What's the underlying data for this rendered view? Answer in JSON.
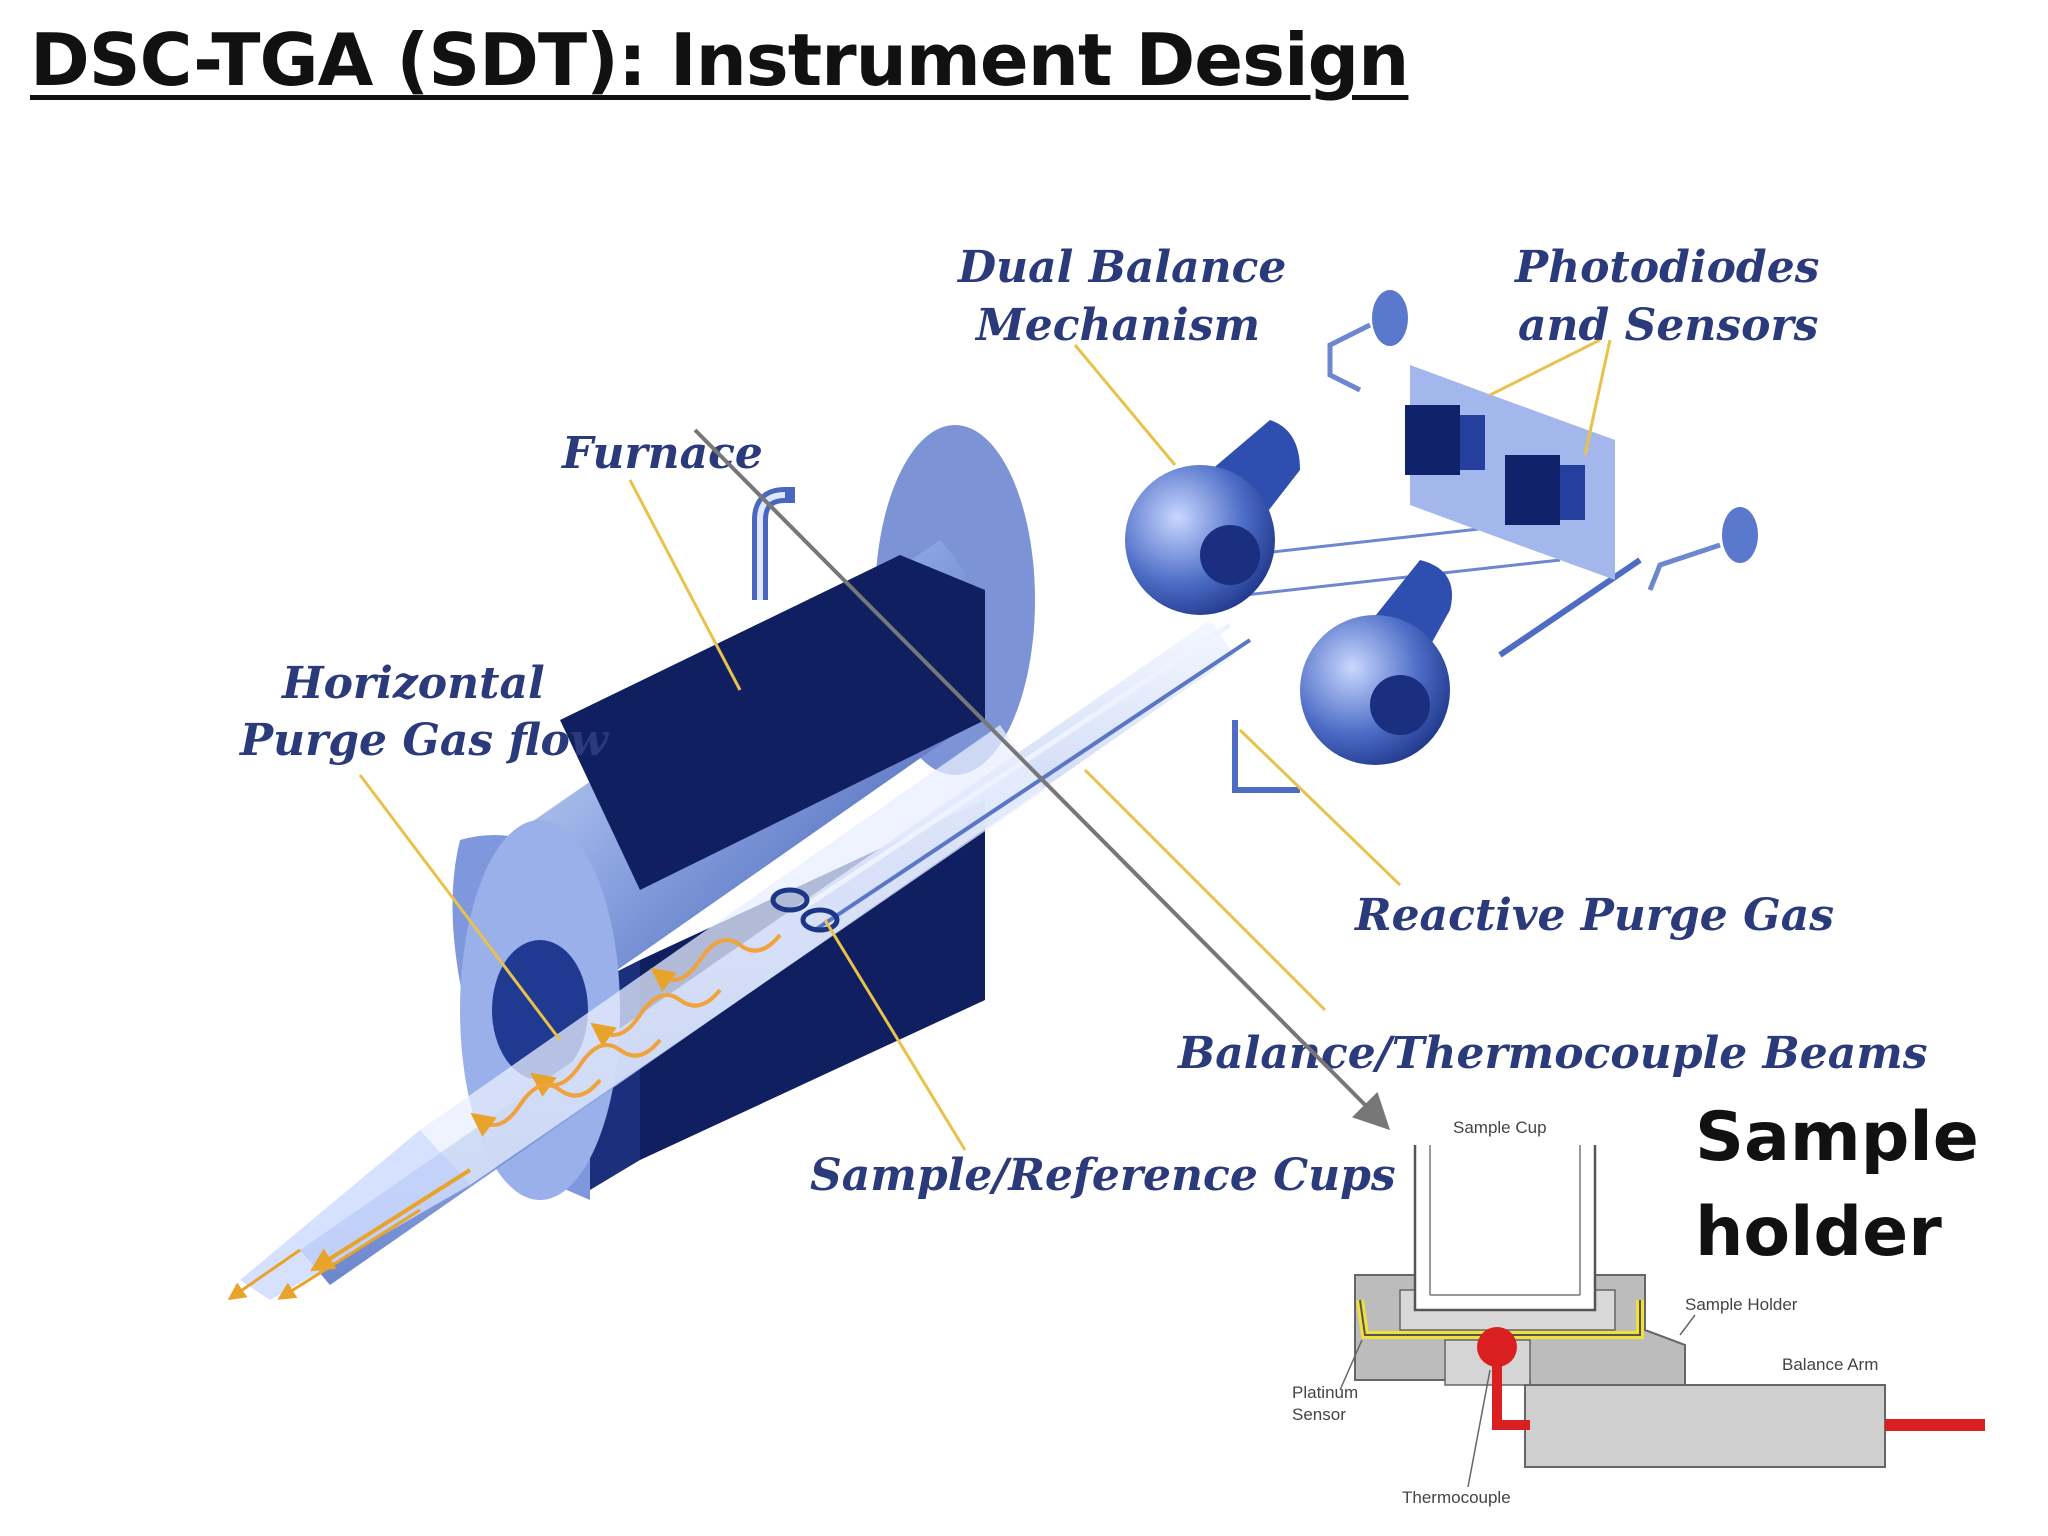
{
  "title": "DSC-TGA (SDT): Instrument Design",
  "labels": {
    "dual_balance_line1": "Dual Balance",
    "dual_balance_line2": "Mechanism",
    "photodiodes_line1": "Photodiodes",
    "photodiodes_line2": "and Sensors",
    "furnace": "Furnace",
    "horizontal_line1": "Horizontal",
    "horizontal_line2": "Purge Gas flow",
    "reactive_purge_gas": "Reactive Purge Gas",
    "beams": "Balance/Thermocouple Beams",
    "cups": "Sample/Reference Cups"
  },
  "inset": {
    "heading_line1": "Sample",
    "heading_line2": "holder",
    "sample_cup": "Sample Cup",
    "sample_holder": "Sample Holder",
    "balance_arm": "Balance Arm",
    "platinum_line1": "Platinum",
    "platinum_line2": "Sensor",
    "thermocouple": "Thermocouple"
  },
  "colors": {
    "body_light": "#b9c9ef",
    "body_mid": "#5574c4",
    "body_dark": "#10205f",
    "leader": "#e8c24a",
    "arrow": "#777777",
    "heater_red": "#d91f1f",
    "sensor_yellow": "#f2e03a"
  }
}
